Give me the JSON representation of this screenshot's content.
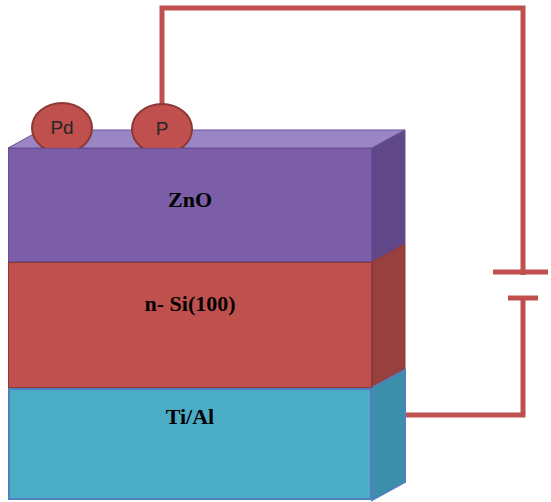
{
  "diagram": {
    "nodes": [
      {
        "text": [
          "Pd"
        ]
      },
      {
        "text": [
          "P"
        ]
      },
      {
        "text": [
          "ZnO"
        ]
      },
      {
        "text": [
          "n- Si(100)"
        ]
      },
      {
        "text": [
          "Ti/Al"
        ]
      }
    ],
    "edges": [
      {
        "from": 1,
        "to": 4,
        "arrow": "none"
      }
    ]
  }
}
